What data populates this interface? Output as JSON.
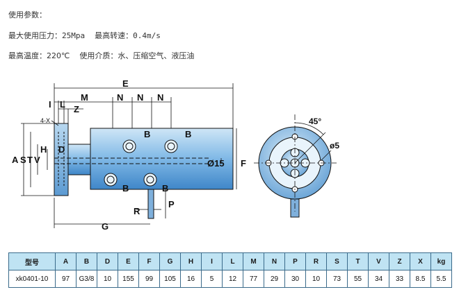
{
  "params": {
    "title": "使用参数：",
    "max_pressure_label": "最大使用压力：",
    "max_pressure_value": "25Mpa",
    "max_speed_label": "最高转速：",
    "max_speed_value": "0.4m/s",
    "max_temp_label": "最高温度：",
    "max_temp_value": "220℃",
    "medium_label": "使用介质：",
    "medium_value": "水、压缩空气、液压油"
  },
  "drawing": {
    "labels": {
      "E": "E",
      "M": "M",
      "N1": "N",
      "N2": "N",
      "N3": "N",
      "I": "I",
      "L": "L",
      "Z": "Z",
      "X": "4-X",
      "A": "A",
      "S": "S",
      "T": "T",
      "V": "V",
      "H": "H",
      "D": "D",
      "B1": "B",
      "B2": "B",
      "B3": "B",
      "B4": "B",
      "bore": "Ø15",
      "F": "F",
      "R": "R",
      "P": "P",
      "G": "G",
      "angle": "45°",
      "hole": "ø5"
    }
  },
  "table": {
    "headers": [
      "型号",
      "A",
      "B",
      "D",
      "E",
      "F",
      "G",
      "H",
      "I",
      "L",
      "M",
      "N",
      "P",
      "R",
      "S",
      "T",
      "V",
      "Z",
      "X",
      "kg"
    ],
    "rows": [
      [
        "xk0401-10",
        "97",
        "G3/8",
        "10",
        "155",
        "99",
        "105",
        "16",
        "5",
        "12",
        "77",
        "29",
        "30",
        "10",
        "73",
        "55",
        "34",
        "33",
        "8.5",
        "5.5"
      ]
    ]
  }
}
